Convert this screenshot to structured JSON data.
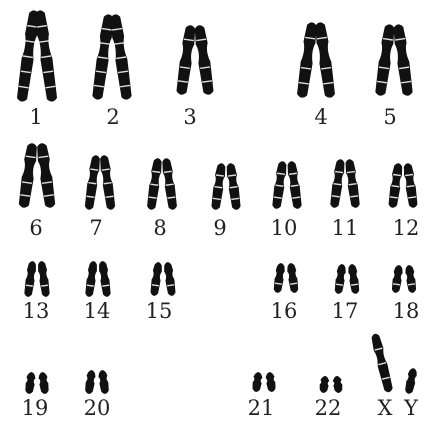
{
  "figure": {
    "labels": [
      "1",
      "2",
      "3",
      "4",
      "5",
      "6",
      "7",
      "8",
      "9",
      "10",
      "11",
      "12",
      "13",
      "14",
      "15",
      "16",
      "17",
      "18",
      "19",
      "20",
      "21",
      "22",
      "X",
      "Y"
    ]
  },
  "colors": {
    "chromosome": "#111111",
    "label": "#222222",
    "background": "#ffffff"
  }
}
